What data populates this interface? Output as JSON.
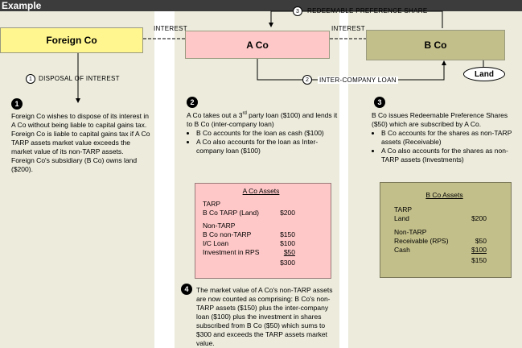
{
  "title": "Example",
  "entities": {
    "foreign": "Foreign Co",
    "aco": "A Co",
    "bco": "B Co",
    "land": "Land"
  },
  "flows": {
    "interest_left": "INTEREST",
    "interest_right": "INTEREST",
    "disposal": {
      "num": "1",
      "label": "DISPOSAL OF INTEREST"
    },
    "loan": {
      "num": "2",
      "label": "INTER-COMPANY LOAN"
    },
    "rps": {
      "num": "3",
      "label": "REDEEMABLE PREFERENCE SHARE"
    }
  },
  "notes": {
    "n1": {
      "num": "1",
      "p1": "Foreign Co wishes to dispose of its interest in A Co without being liable to capital gains tax.",
      "p2": "Foreign Co is liable to capital gains tax if A Co TARP assets market value exceeds the market value of its non-TARP assets.",
      "p3": "Foreign Co's subsidiary (B Co) owns land ($200)."
    },
    "n2": {
      "num": "2",
      "p1_a": "A Co takes out a 3",
      "p1_sup": "rd",
      "p1_b": " party loan ($100) and lends it to B Co (inter-company loan)",
      "b1": "B Co accounts for the loan as cash ($100)",
      "b2": "A Co also accounts for the loan as Inter-company loan ($100)"
    },
    "n3": {
      "num": "3",
      "p1": "B Co issues Redeemable Preference Shares ($50) which are subscribed by A Co.",
      "b1": "B Co accounts for the shares as non-TARP assets (Receivable)",
      "b2": "A Co also accounts for the shares as non-TARP assets (Investments)"
    },
    "n4": {
      "num": "4",
      "p1": "The market value of A Co's non-TARP assets are now counted as comprising: B Co's non-TARP assets ($150) plus the inter-company loan ($100) plus the investment in shares subscribed from B Co ($50) which sums to $300 and exceeds the TARP assets market value."
    }
  },
  "aco_assets": {
    "title": "A Co Assets",
    "tarp": "TARP",
    "tarp_row": {
      "label": "B Co TARP (Land)",
      "value": "$200"
    },
    "nontarp": "Non-TARP",
    "rows": [
      {
        "label": "B Co non-TARP",
        "value": "$150"
      },
      {
        "label": "I/C Loan",
        "value": "$100"
      },
      {
        "label": "Investment in RPS",
        "value": "$50"
      }
    ],
    "total": "$300"
  },
  "bco_assets": {
    "title": "B Co Assets",
    "tarp": "TARP",
    "tarp_row": {
      "label": "Land",
      "value": "$200"
    },
    "nontarp": "Non-TARP",
    "rows": [
      {
        "label": "Receivable (RPS)",
        "value": "$50"
      },
      {
        "label": "Cash",
        "value": "$100"
      }
    ],
    "total": "$150"
  },
  "colors": {
    "foreign": "#fff68f",
    "aco": "#ffc8c8",
    "bco": "#c2bf8a",
    "panel": "#ecebdc"
  }
}
